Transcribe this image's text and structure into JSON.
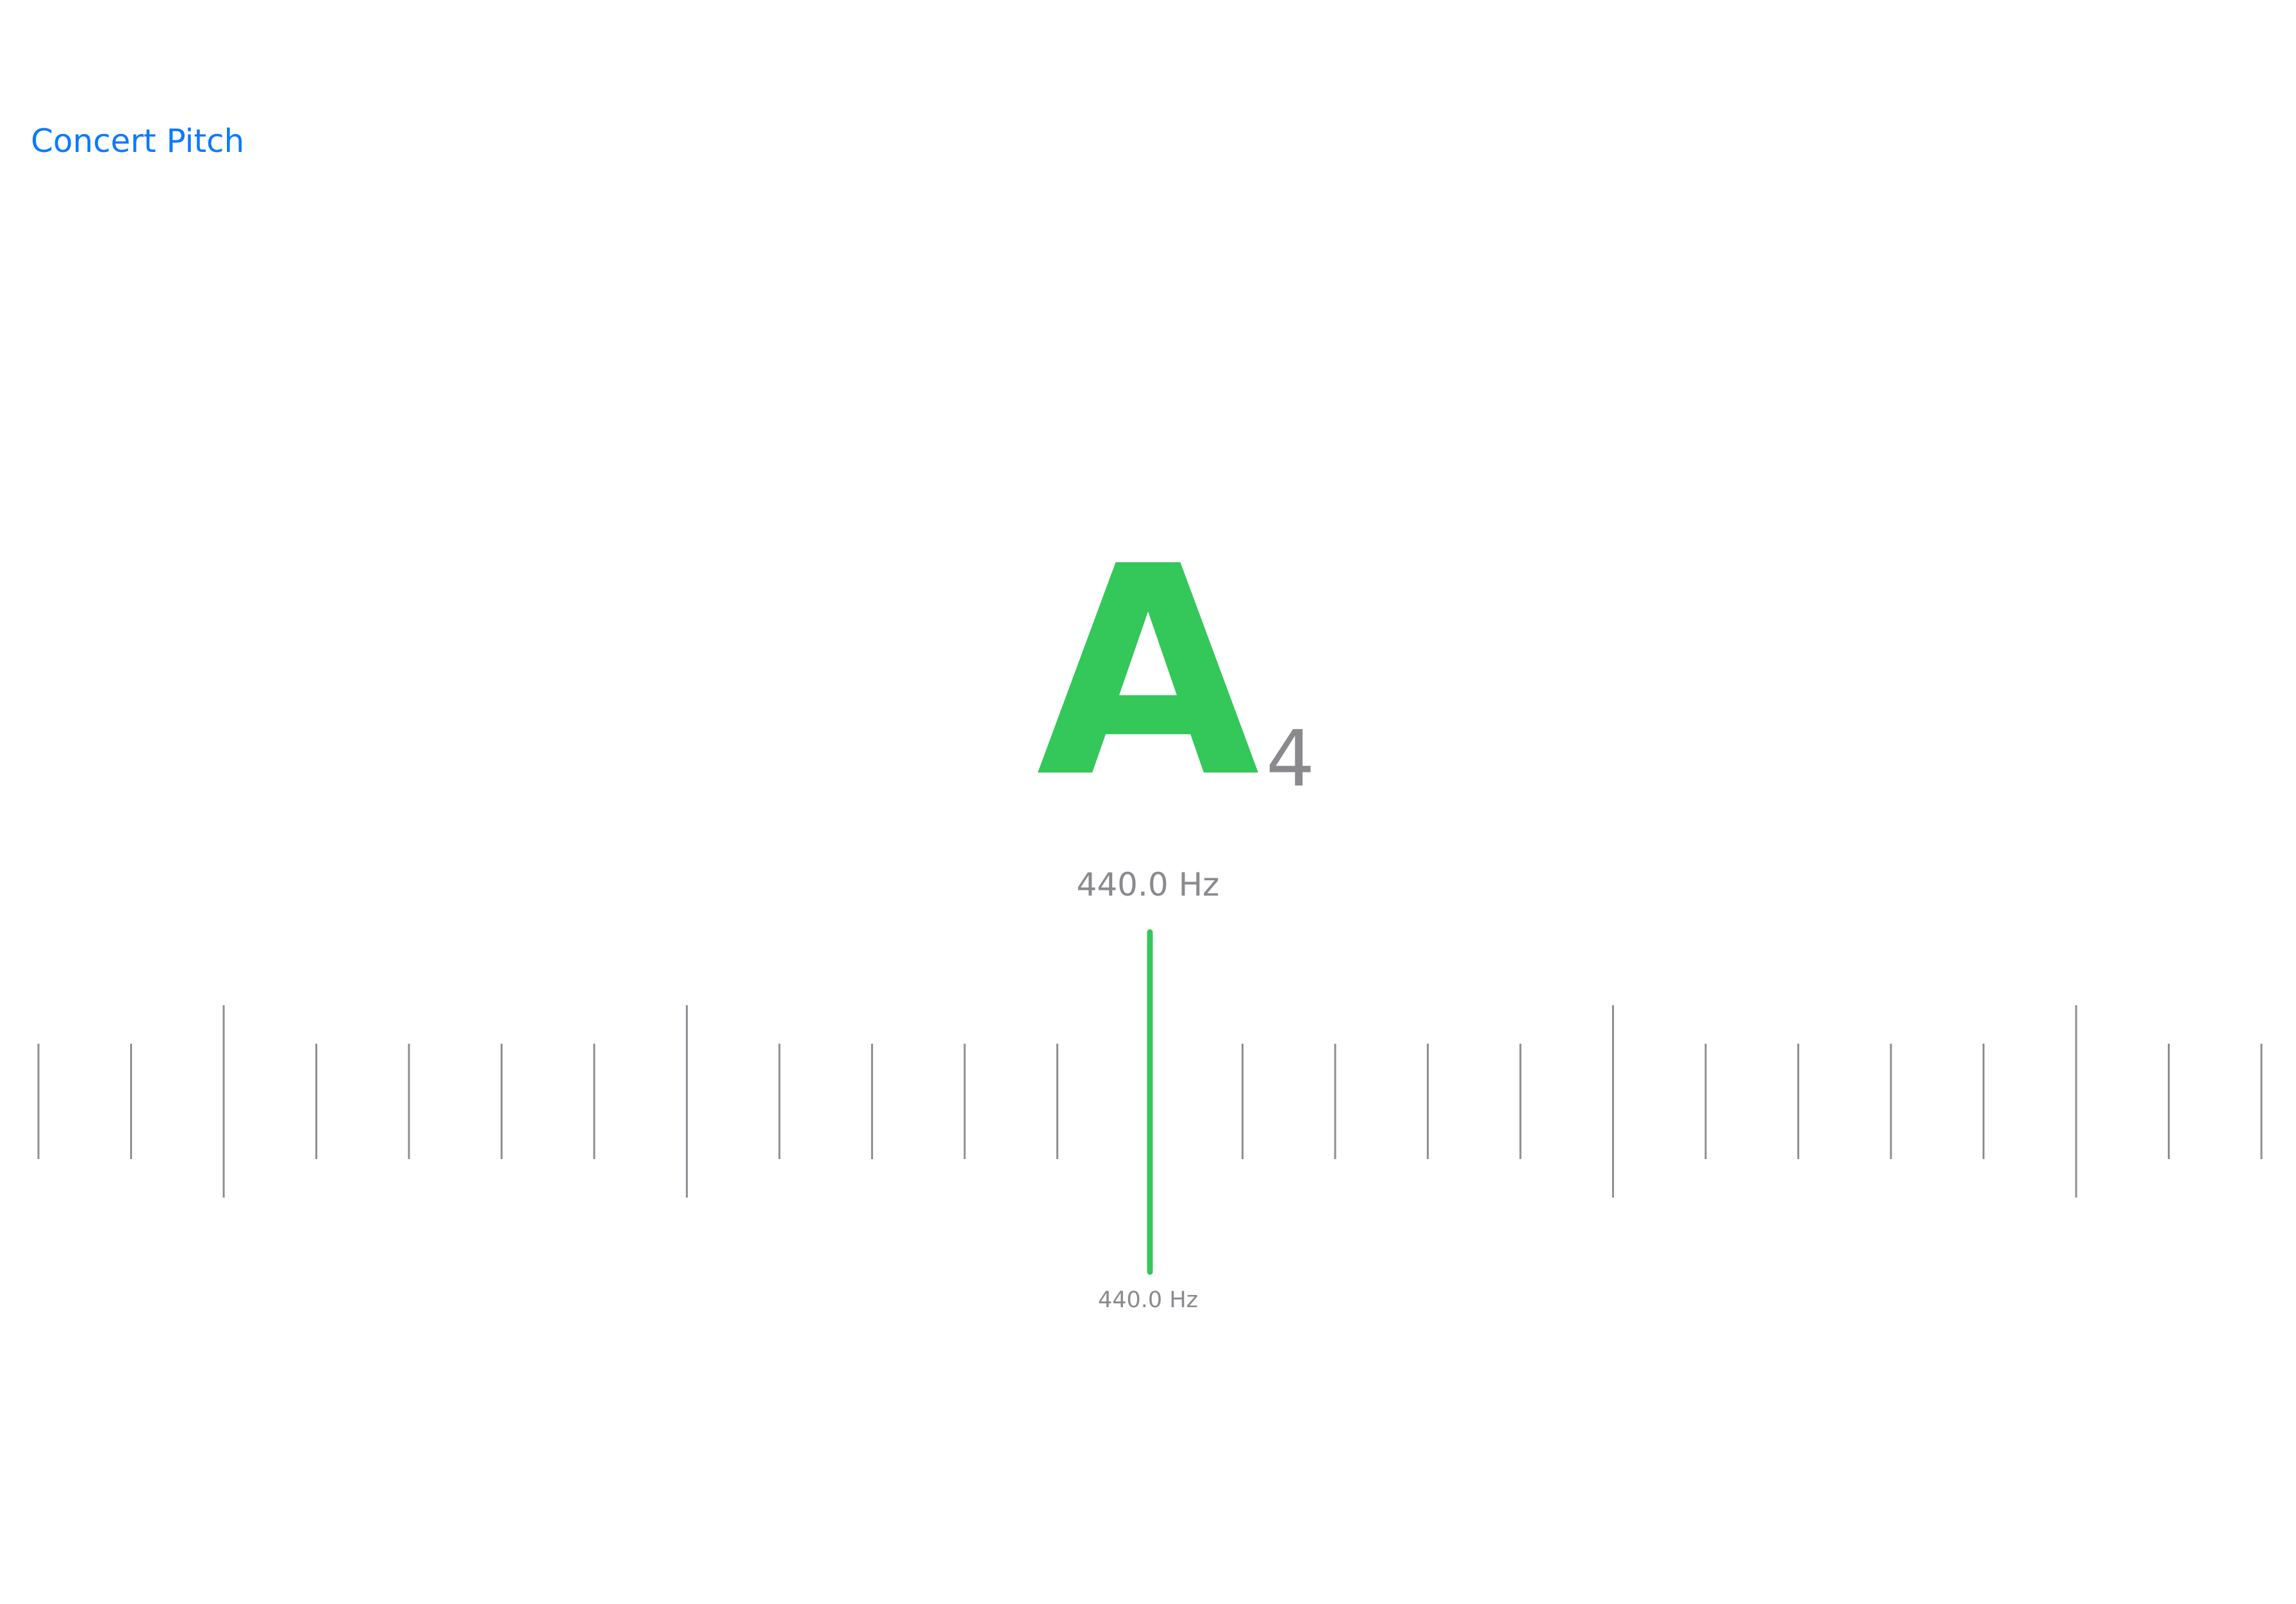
{
  "header": {
    "concert_pitch_label": "Concert Pitch"
  },
  "note": {
    "letter": "A",
    "octave": "4"
  },
  "frequency": {
    "main_readout": "440.0 Hz",
    "needle_readout": "440.0 Hz"
  },
  "tuner": {
    "deviation_cents": 0
  },
  "colors": {
    "accent_blue": "#0a7aff",
    "in_tune_green": "#34c759",
    "secondary_gray": "#8a8a8e",
    "tick_gray": "#8e8e93"
  }
}
